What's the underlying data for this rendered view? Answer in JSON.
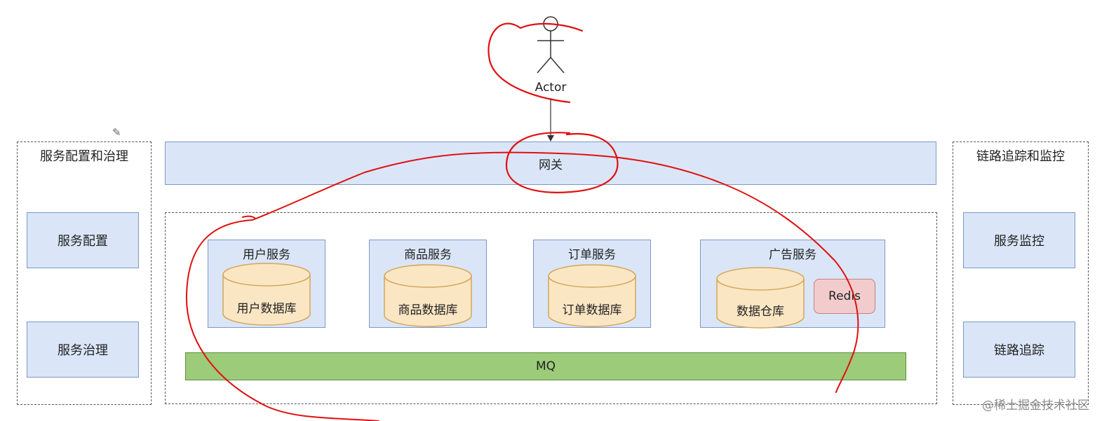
{
  "actor": {
    "label": "Actor"
  },
  "gateway": {
    "label": "网关"
  },
  "left_panel": {
    "title": "服务配置和治理",
    "items": [
      "服务配置",
      "服务治理"
    ]
  },
  "right_panel": {
    "title": "链路追踪和监控",
    "items": [
      "服务监控",
      "链路追踪"
    ]
  },
  "services": [
    {
      "title": "用户服务",
      "db": "用户数据库"
    },
    {
      "title": "商品服务",
      "db": "商品数据库"
    },
    {
      "title": "订单服务",
      "db": "订单数据库"
    },
    {
      "title": "广告服务",
      "db": "数据仓库",
      "cache": "Redis"
    }
  ],
  "mq": {
    "label": "MQ"
  },
  "watermark": "@稀土掘金技术社区",
  "colors": {
    "box_fill": "#dae6f8",
    "box_border": "#7d98c6",
    "db_fill": "#fbe6c4",
    "mq_fill": "#9ccb79",
    "redis_fill": "#f2cccc",
    "annotation": "#e01010"
  }
}
